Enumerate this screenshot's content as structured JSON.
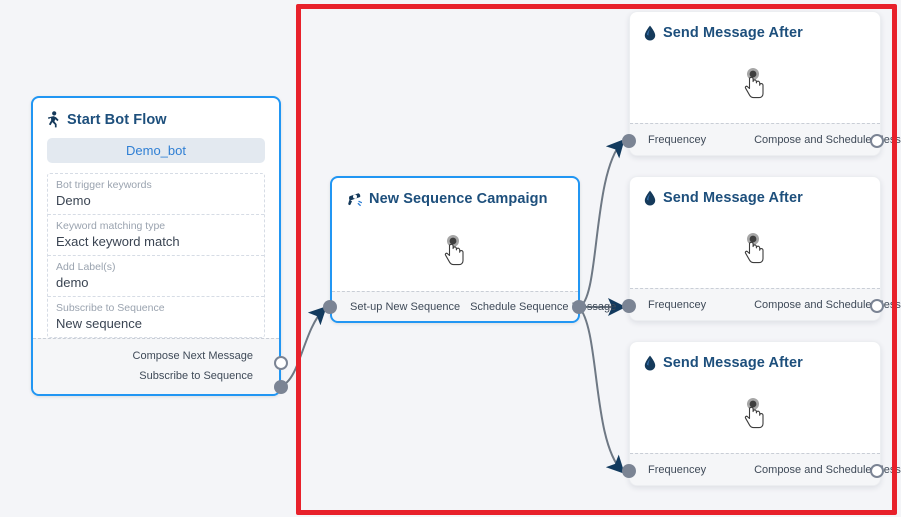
{
  "canvas": {
    "background_color": "#f4f5f8",
    "annotation": {
      "name": "red-highlight-rectangle",
      "color": "#e8212b"
    }
  },
  "colors": {
    "node_selected_border": "#2196f3",
    "title_text": "#1d4f7c",
    "port_fill": "#7b8494",
    "connector": "#6e7884",
    "arrowhead": "#123a5e",
    "pill_bg": "#e3e9f0",
    "pill_text": "#2f7fd4",
    "droplet_icon": "#153a5b"
  },
  "nodes": {
    "start_bot_flow": {
      "title": "Start Bot Flow",
      "icon": "running-person-icon",
      "bot_pill_label": "Demo_bot",
      "fields": [
        {
          "label": "Bot trigger keywords",
          "value": "Demo"
        },
        {
          "label": "Keyword matching type",
          "value": "Exact keyword match"
        },
        {
          "label": "Add Label(s)",
          "value": "demo"
        },
        {
          "label": "Subscribe to Sequence",
          "value": "New sequence"
        }
      ],
      "ports": [
        {
          "label": "Compose Next Message",
          "style": "hollow"
        },
        {
          "label": "Subscribe to Sequence",
          "style": "filled"
        }
      ]
    },
    "new_sequence_campaign": {
      "title": "New Sequence Campaign",
      "icon": "megaphone-icon",
      "body_icon": "hand-pointer-cursor",
      "input_port_label": "Set-up New Sequence",
      "output_port_label": "Schedule Sequence Message"
    },
    "send_message_after": [
      {
        "title": "Send Message After",
        "icon": "droplet-icon",
        "body_icon": "hand-pointer-cursor",
        "input_port_label": "Frequencey",
        "output_port_label": "Compose and Schedule Message"
      },
      {
        "title": "Send Message After",
        "icon": "droplet-icon",
        "body_icon": "hand-pointer-cursor",
        "input_port_label": "Frequencey",
        "output_port_label": "Compose and Schedule Message"
      },
      {
        "title": "Send Message After",
        "icon": "droplet-icon",
        "body_icon": "hand-pointer-cursor",
        "input_port_label": "Frequencey",
        "output_port_label": "Compose and Schedule Message"
      }
    ]
  }
}
